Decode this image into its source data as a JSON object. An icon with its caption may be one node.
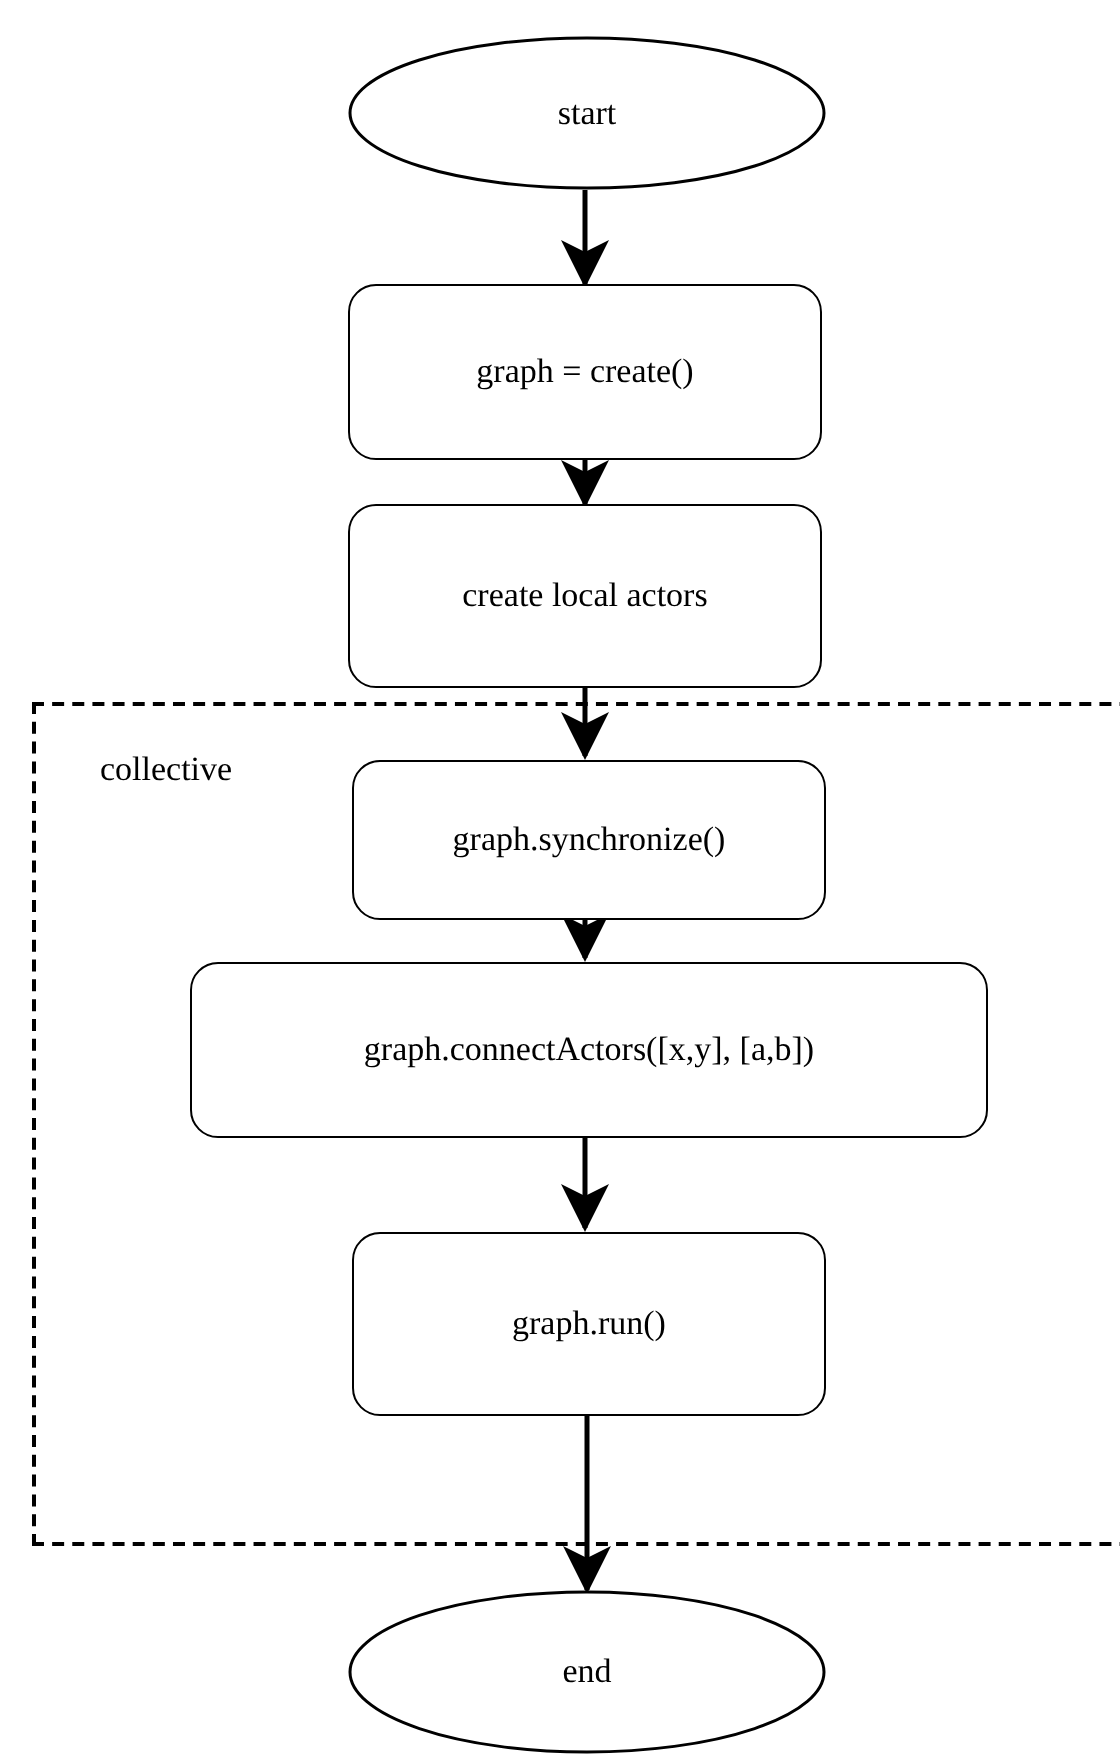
{
  "diagram": {
    "nodes": [
      {
        "text": [
          "start"
        ]
      },
      {
        "text": [
          "graph = create()"
        ]
      },
      {
        "text": [
          "create local actors"
        ]
      },
      {
        "text": [
          "collective"
        ]
      },
      {
        "text": [
          "graph.synchronize()"
        ],
        "in": 3
      },
      {
        "text": [
          "graph.connectActors([x,y], [a,b])"
        ],
        "in": 3
      },
      {
        "text": [
          "graph.run()"
        ],
        "in": 3
      },
      {
        "text": [
          "end"
        ]
      }
    ],
    "edges": [
      {
        "from": 0,
        "to": 1,
        "arrow": "to"
      },
      {
        "from": 1,
        "to": 2,
        "arrow": "to"
      },
      {
        "from": 2,
        "to": 4,
        "arrow": "to"
      },
      {
        "from": 4,
        "to": 5,
        "arrow": "to"
      },
      {
        "from": 5,
        "to": 6,
        "arrow": "to"
      },
      {
        "from": 6,
        "to": 7,
        "arrow": "to"
      }
    ]
  }
}
